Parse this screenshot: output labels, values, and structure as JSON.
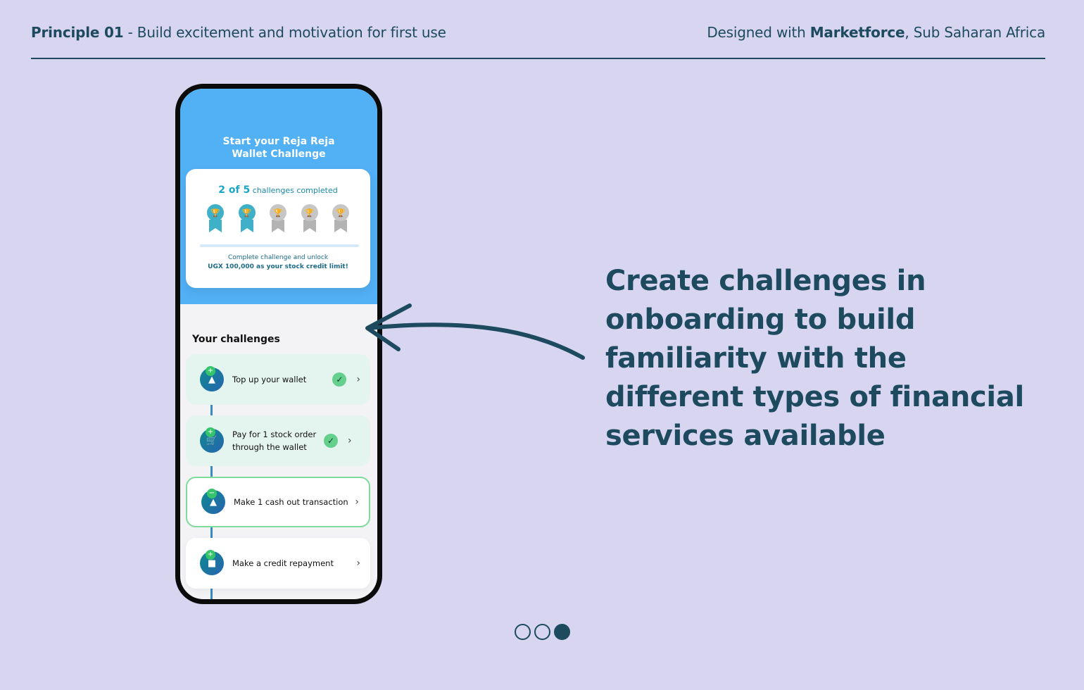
{
  "header": {
    "principle_label": "Principle 01",
    "principle_text": " - Build excitement and motivation for first use",
    "designed_prefix": "Designed with ",
    "designed_brand": "Marketforce",
    "designed_suffix": ", Sub Saharan Africa"
  },
  "phone": {
    "title_line1": "Start your Reja Reja",
    "title_line2": "Wallet Challenge",
    "progress": {
      "count_text": "2 of 5",
      "count_label": " challenges completed",
      "completed": 2,
      "total": 5,
      "unlock_line1": "Complete challenge and unlock",
      "unlock_line2": "UGX 100,000 as your stock credit limit!"
    },
    "section_title": "Your challenges",
    "challenges": [
      {
        "label": "Top up your wallet",
        "status": "done",
        "icon": "wallet-topup-icon"
      },
      {
        "label": "Pay for 1 stock order through the wallet",
        "status": "done",
        "icon": "cart-icon"
      },
      {
        "label": "Make 1 cash out transaction",
        "status": "active",
        "icon": "wallet-cashout-icon"
      },
      {
        "label": "Make a credit repayment",
        "status": "todo",
        "icon": "credit-repay-icon"
      }
    ]
  },
  "caption": "Create challenges in onboarding to build familiarity with the different types of financial services available",
  "pagination": {
    "count": 3,
    "active": 3
  },
  "colors": {
    "background": "#d7d5f0",
    "text": "#1d4a5e",
    "phone_header": "#52b0f5",
    "done_card": "#e4f4ef",
    "active_border": "#7ddb9b"
  }
}
